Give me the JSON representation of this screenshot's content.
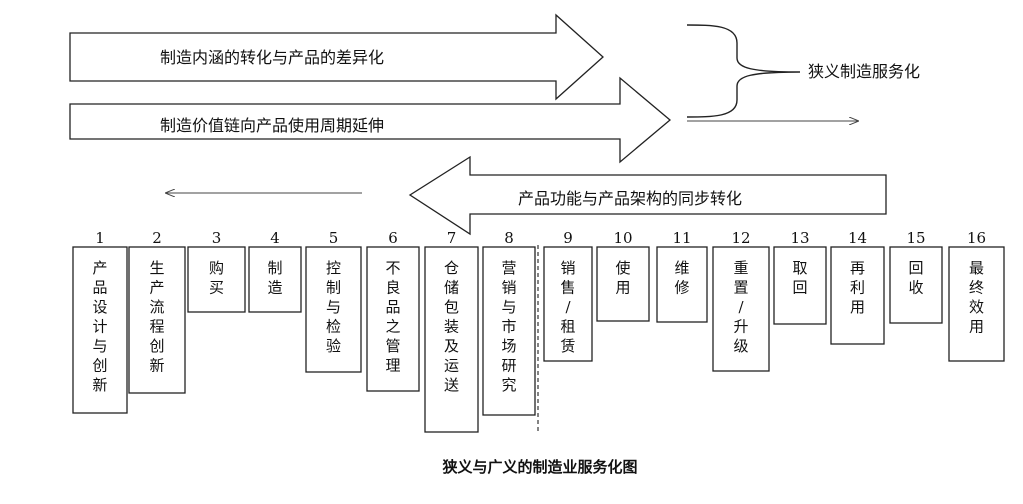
{
  "arrows": [
    {
      "label": "制造内涵的转化与产品的差异化"
    },
    {
      "label": "制造价值链向产品使用周期延伸"
    },
    {
      "label": "产品功能与产品架构的同步转化"
    }
  ],
  "brace_label": "狭义制造服务化",
  "stages": [
    {
      "num": "1",
      "label": "产品设计与创新"
    },
    {
      "num": "2",
      "label": "生产流程创新"
    },
    {
      "num": "3",
      "label": "购买"
    },
    {
      "num": "4",
      "label": "制造"
    },
    {
      "num": "5",
      "label": "控制与检验"
    },
    {
      "num": "6",
      "label": "不良品之管理"
    },
    {
      "num": "7",
      "label": "仓储包装及运送"
    },
    {
      "num": "8",
      "label": "营销与市场研究"
    },
    {
      "num": "9",
      "label": "销售/租赁"
    },
    {
      "num": "10",
      "label": "使用"
    },
    {
      "num": "11",
      "label": "维修"
    },
    {
      "num": "12",
      "label": "重置/升级"
    },
    {
      "num": "13",
      "label": "取回"
    },
    {
      "num": "14",
      "label": "再利用"
    },
    {
      "num": "15",
      "label": "回收"
    },
    {
      "num": "16",
      "label": "最终效用"
    }
  ],
  "caption": "狭义与广义的制造业服务化图"
}
